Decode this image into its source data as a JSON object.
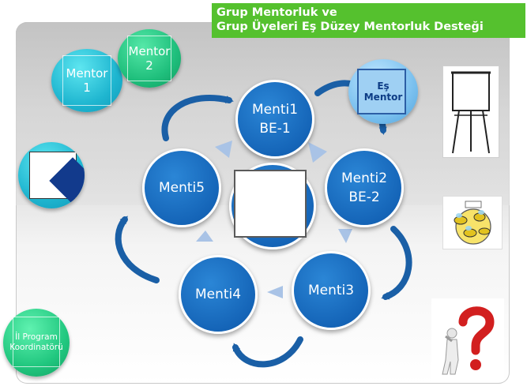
{
  "title": {
    "line1": "Grup Mentorluk ve",
    "line2": "Grup Üyeleri Eş Düzey Mentorluk Desteği"
  },
  "roles": {
    "mentor1": {
      "line1": "Mentor",
      "line2": "1"
    },
    "mentor2": {
      "line1": "Mentor",
      "line2": "2"
    },
    "es_mentor": {
      "line1": "Eş",
      "line2": "Mentor"
    },
    "il_program": {
      "line1": "İl Program",
      "line2": "Koordinatörü"
    }
  },
  "mentees": {
    "menti1": {
      "line1": "Menti1",
      "line2": "BE-1"
    },
    "menti2": {
      "line1": "Menti2",
      "line2": "BE-2"
    },
    "menti3": {
      "line1": "Menti3"
    },
    "menti4": {
      "line1": "Menti4"
    },
    "menti5": {
      "line1": "Menti5"
    }
  },
  "icons": {
    "flipchart": "flipchart-icon",
    "bees": "bees-illustration",
    "question": "question-mark-figure-icon",
    "diamond_box": "diamond-box-icon"
  },
  "colors": {
    "title_bg": "#55c12e",
    "mentee_blue": "#1565b8",
    "arrow_navy": "#1a5fa6",
    "chevron": "#a9c3e6"
  }
}
